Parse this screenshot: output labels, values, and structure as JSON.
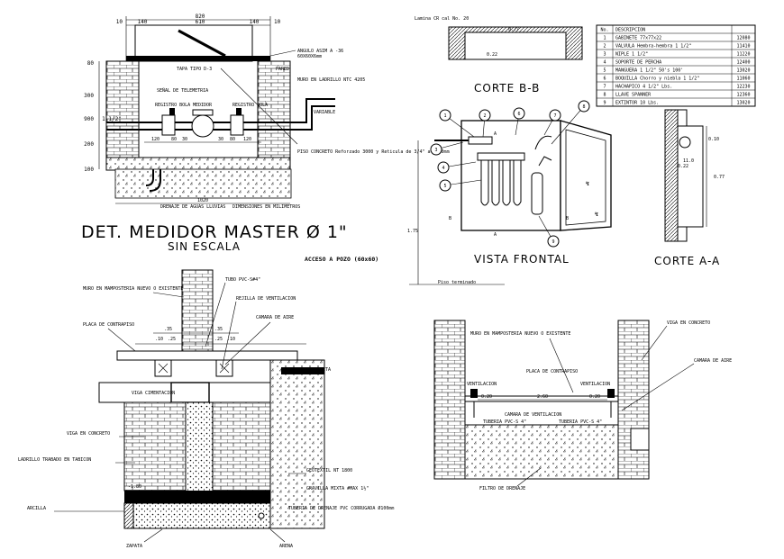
{
  "medidor": {
    "title": "DET. MEDIDOR MASTER Ø 1\"",
    "subtitle": "SIN ESCALA",
    "units_note": "DIMENSIONES EN MILIMETROS",
    "labels": {
      "angulo": "ANGULO ASIM A -36",
      "angulo_dim": "60X60X6mm",
      "tapa": "TAPA TIPO D-3",
      "pared": "PARED",
      "muro": "MURO EN LADRILLO NTC 4205",
      "senal": "SEÑAL DE TELEMETRIA",
      "registro_bola_l": "REGISTRO BOLA",
      "medidor": "MEDIDOR",
      "registro_bola_r": "REGISTRO BOLA",
      "variable": "VARIABLE",
      "piso": "PISO CONCRETO Reforzado 3000 y Reticula de 3/4\" a 0.20mm",
      "drenaje": "DRENAJE DE AGUAS LLUVIAS"
    },
    "dims": {
      "top_total": "820",
      "top_l": "10",
      "top_a": "140",
      "top_b": "610",
      "top_c": "140",
      "top_r": "10",
      "left_80": "80",
      "left_300": "300",
      "left_900": "900",
      "left_200": "200",
      "left_100": "100",
      "pipe": "1 1/2\"",
      "d_120": "120",
      "d_80a": "80",
      "d_30a": "30",
      "d_30b": "30",
      "d_80b": "80",
      "d_120b": "120",
      "bottom": "1020"
    }
  },
  "acceso": {
    "title": "ACCESO A POZO (60x60)",
    "labels": {
      "muro": "MURO EN MAMPOSTERIA NUEVO O EXISTENTE",
      "tubo": "TUBO PVC-S#4\"",
      "rejilla": "REJILLA DE VENTILACION",
      "placa": "PLACA DE CONTRAPISO",
      "camara": "CAMARA DE AIRE",
      "vigueta": "VIGUETA",
      "viga_cim": "VIGA CIMENTACION",
      "viga_conc": "VIGA EN CONCRETO",
      "ladrillo": "LADRILLO TRABADO EN TABICON",
      "geotextil": "GEOTEXTIL NT 1800",
      "gravilla": "GRAVILLA MIXTA #MAX 1½\"",
      "arcilla": "ARCILLA",
      "tuberia": "TUBERIA DE DRENAJE PVC CORRUGADA Ø100mm",
      "zapata": "ZAPATA",
      "arena": "ARENA"
    },
    "dims": {
      "d35a": ".35",
      "d35b": ".35",
      "d10a": ".10",
      "d25a": ".25",
      "d25b": ".25",
      "d10b": ".10",
      "level": "-1.80"
    }
  },
  "gabinete": {
    "lamina": "Lamina CR cal No. 20",
    "corte_bb": {
      "title": "CORTE B-B",
      "w": "0.77",
      "h": "0.22"
    },
    "vista": {
      "title": "VISTA FRONTAL",
      "h": "1.75",
      "piso": "Piso terminado"
    },
    "corte_aa": {
      "title": "CORTE A-A",
      "d1": "0.10",
      "d2": "11.0",
      "d3": "0.22",
      "d4": "0.77"
    },
    "table": {
      "headers": [
        "No.",
        "DESCRIPCION",
        ""
      ],
      "rows": [
        [
          "1",
          "GABINETE 77x77x22",
          "12080"
        ],
        [
          "2",
          "VALVULA Hembra-hembra 1 1/2\"",
          "11410"
        ],
        [
          "3",
          "NIPLE 1 1/2\"",
          "11220"
        ],
        [
          "4",
          "SOPORTE DE PERCHA",
          "12400"
        ],
        [
          "5",
          "MANGUERA 1 1/2\" 50's 100'",
          "13020"
        ],
        [
          "6",
          "BOQUILLA Chorro y niebla 1 1/2\"",
          "11060"
        ],
        [
          "7",
          "HACHAPICO 4 1/2\" Lbs.",
          "12230"
        ],
        [
          "8",
          "LLAVE SPANNER",
          "12360"
        ],
        [
          "9",
          "EXTINTOR 10 Lbs.",
          "13020"
        ]
      ]
    },
    "callouts": [
      "1",
      "2",
      "3",
      "4",
      "5",
      "6",
      "7",
      "8",
      "8",
      "9"
    ],
    "section_marks": {
      "a": "A",
      "b": "B"
    }
  },
  "ventilacion": {
    "labels": {
      "muro": "MURO EN MAMPOSTERIA NUEVO O EXISTENTE",
      "viga": "VIGA EN CONCRETO",
      "placa": "PLACA DE CONTRAPISO",
      "vent_l": "VENTILACION",
      "vent_r": "VENTILACION",
      "camara_aire": "CAMARA DE AIRE",
      "camara_vent": "CAMARA DE VENTILACION",
      "tuberia_l": "TUBERIA PVC-S 4\"",
      "tuberia_r": "TUBERIA PVC-S 4\"",
      "filtro": "FILTRO DE DRENAJE"
    },
    "dims": {
      "d1": "0.20",
      "d2": "2.60",
      "d3": "0.20"
    }
  }
}
